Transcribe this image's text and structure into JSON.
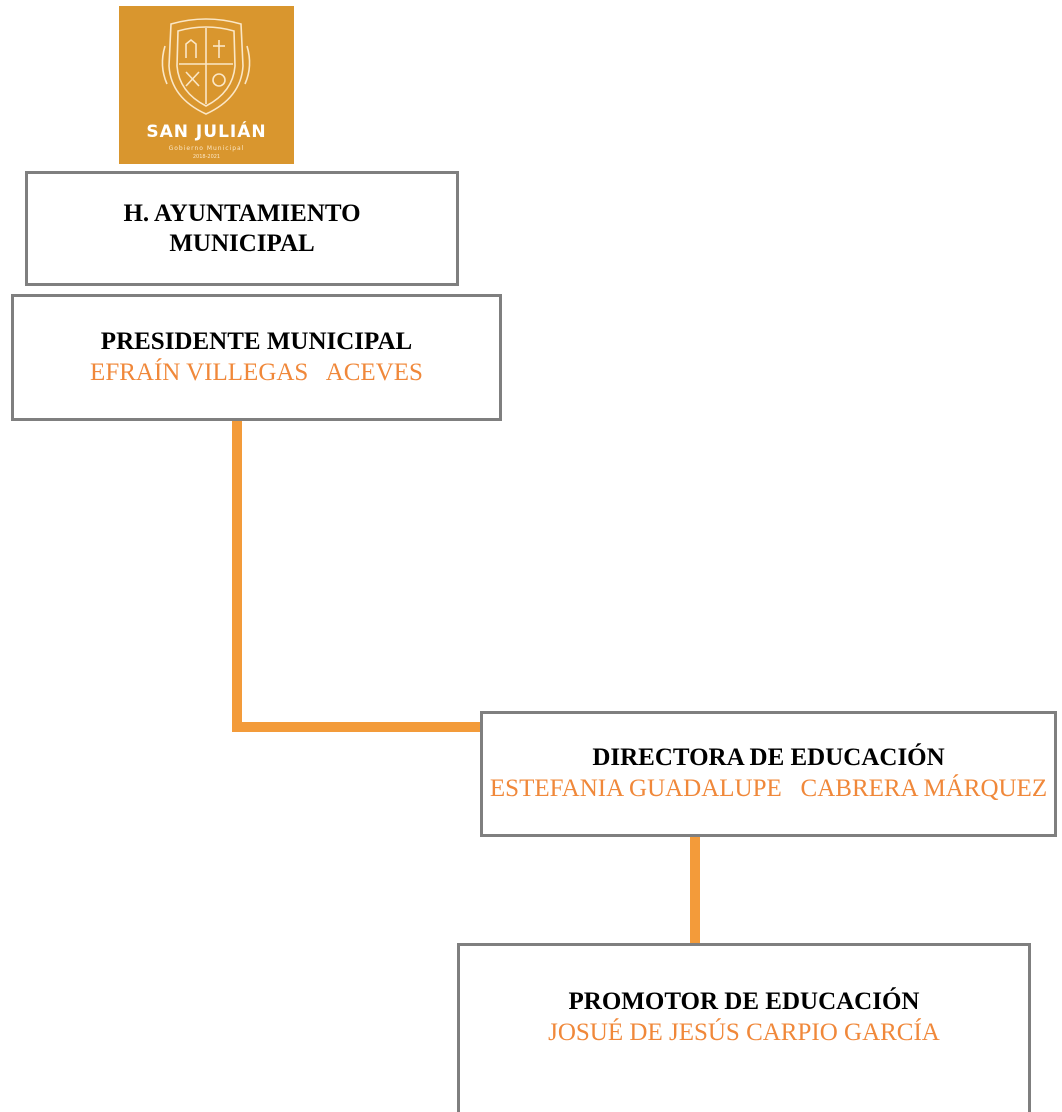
{
  "logo": {
    "brand": "SAN JULIÁN",
    "subtitle": "Gobierno Municipal",
    "years": "2018-2021",
    "background": "#d9962e",
    "icon": "crest-icon"
  },
  "chart": {
    "nodes": [
      {
        "role": "H. AYUNTAMIENTO MUNICIPAL",
        "person": ""
      },
      {
        "role": "PRESIDENTE MUNICIPAL",
        "person": "EFRAÍN VILLEGAS   ACEVES"
      },
      {
        "role": "DIRECTORA DE EDUCACIÓN",
        "person": "ESTEFANIA GUADALUPE   CABRERA MÁRQUEZ"
      },
      {
        "role": "PROMOTOR DE EDUCACIÓN",
        "person": "JOSUÉ DE JESÚS CARPIO GARCÍA"
      }
    ]
  },
  "colors": {
    "connector": "#f39b3a",
    "name_text": "#f0883a",
    "box_border": "#7f7f7f"
  }
}
